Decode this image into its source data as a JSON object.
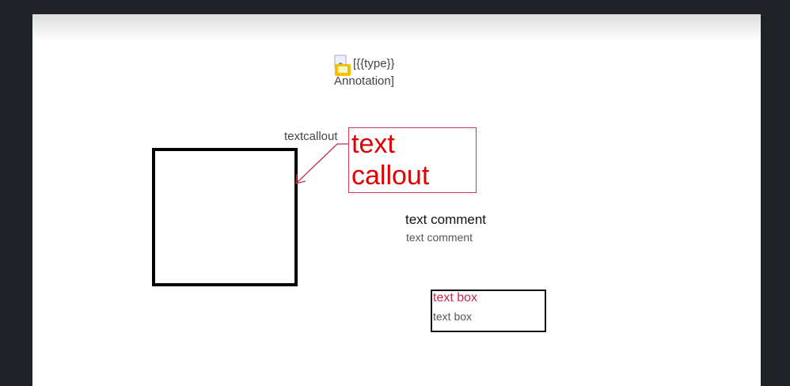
{
  "annotation_placeholder": {
    "text": "[{{type}} Annotation]",
    "icon": "broken-image-note-icon"
  },
  "callout": {
    "label": "textcallout",
    "text": "text callout",
    "color": "#e00000",
    "border_color": "#d0344a"
  },
  "comment": {
    "text_primary": "text comment",
    "text_secondary": "text comment"
  },
  "textbox": {
    "text_primary": "text box",
    "text_secondary": "text box",
    "color": "#c8284a"
  }
}
